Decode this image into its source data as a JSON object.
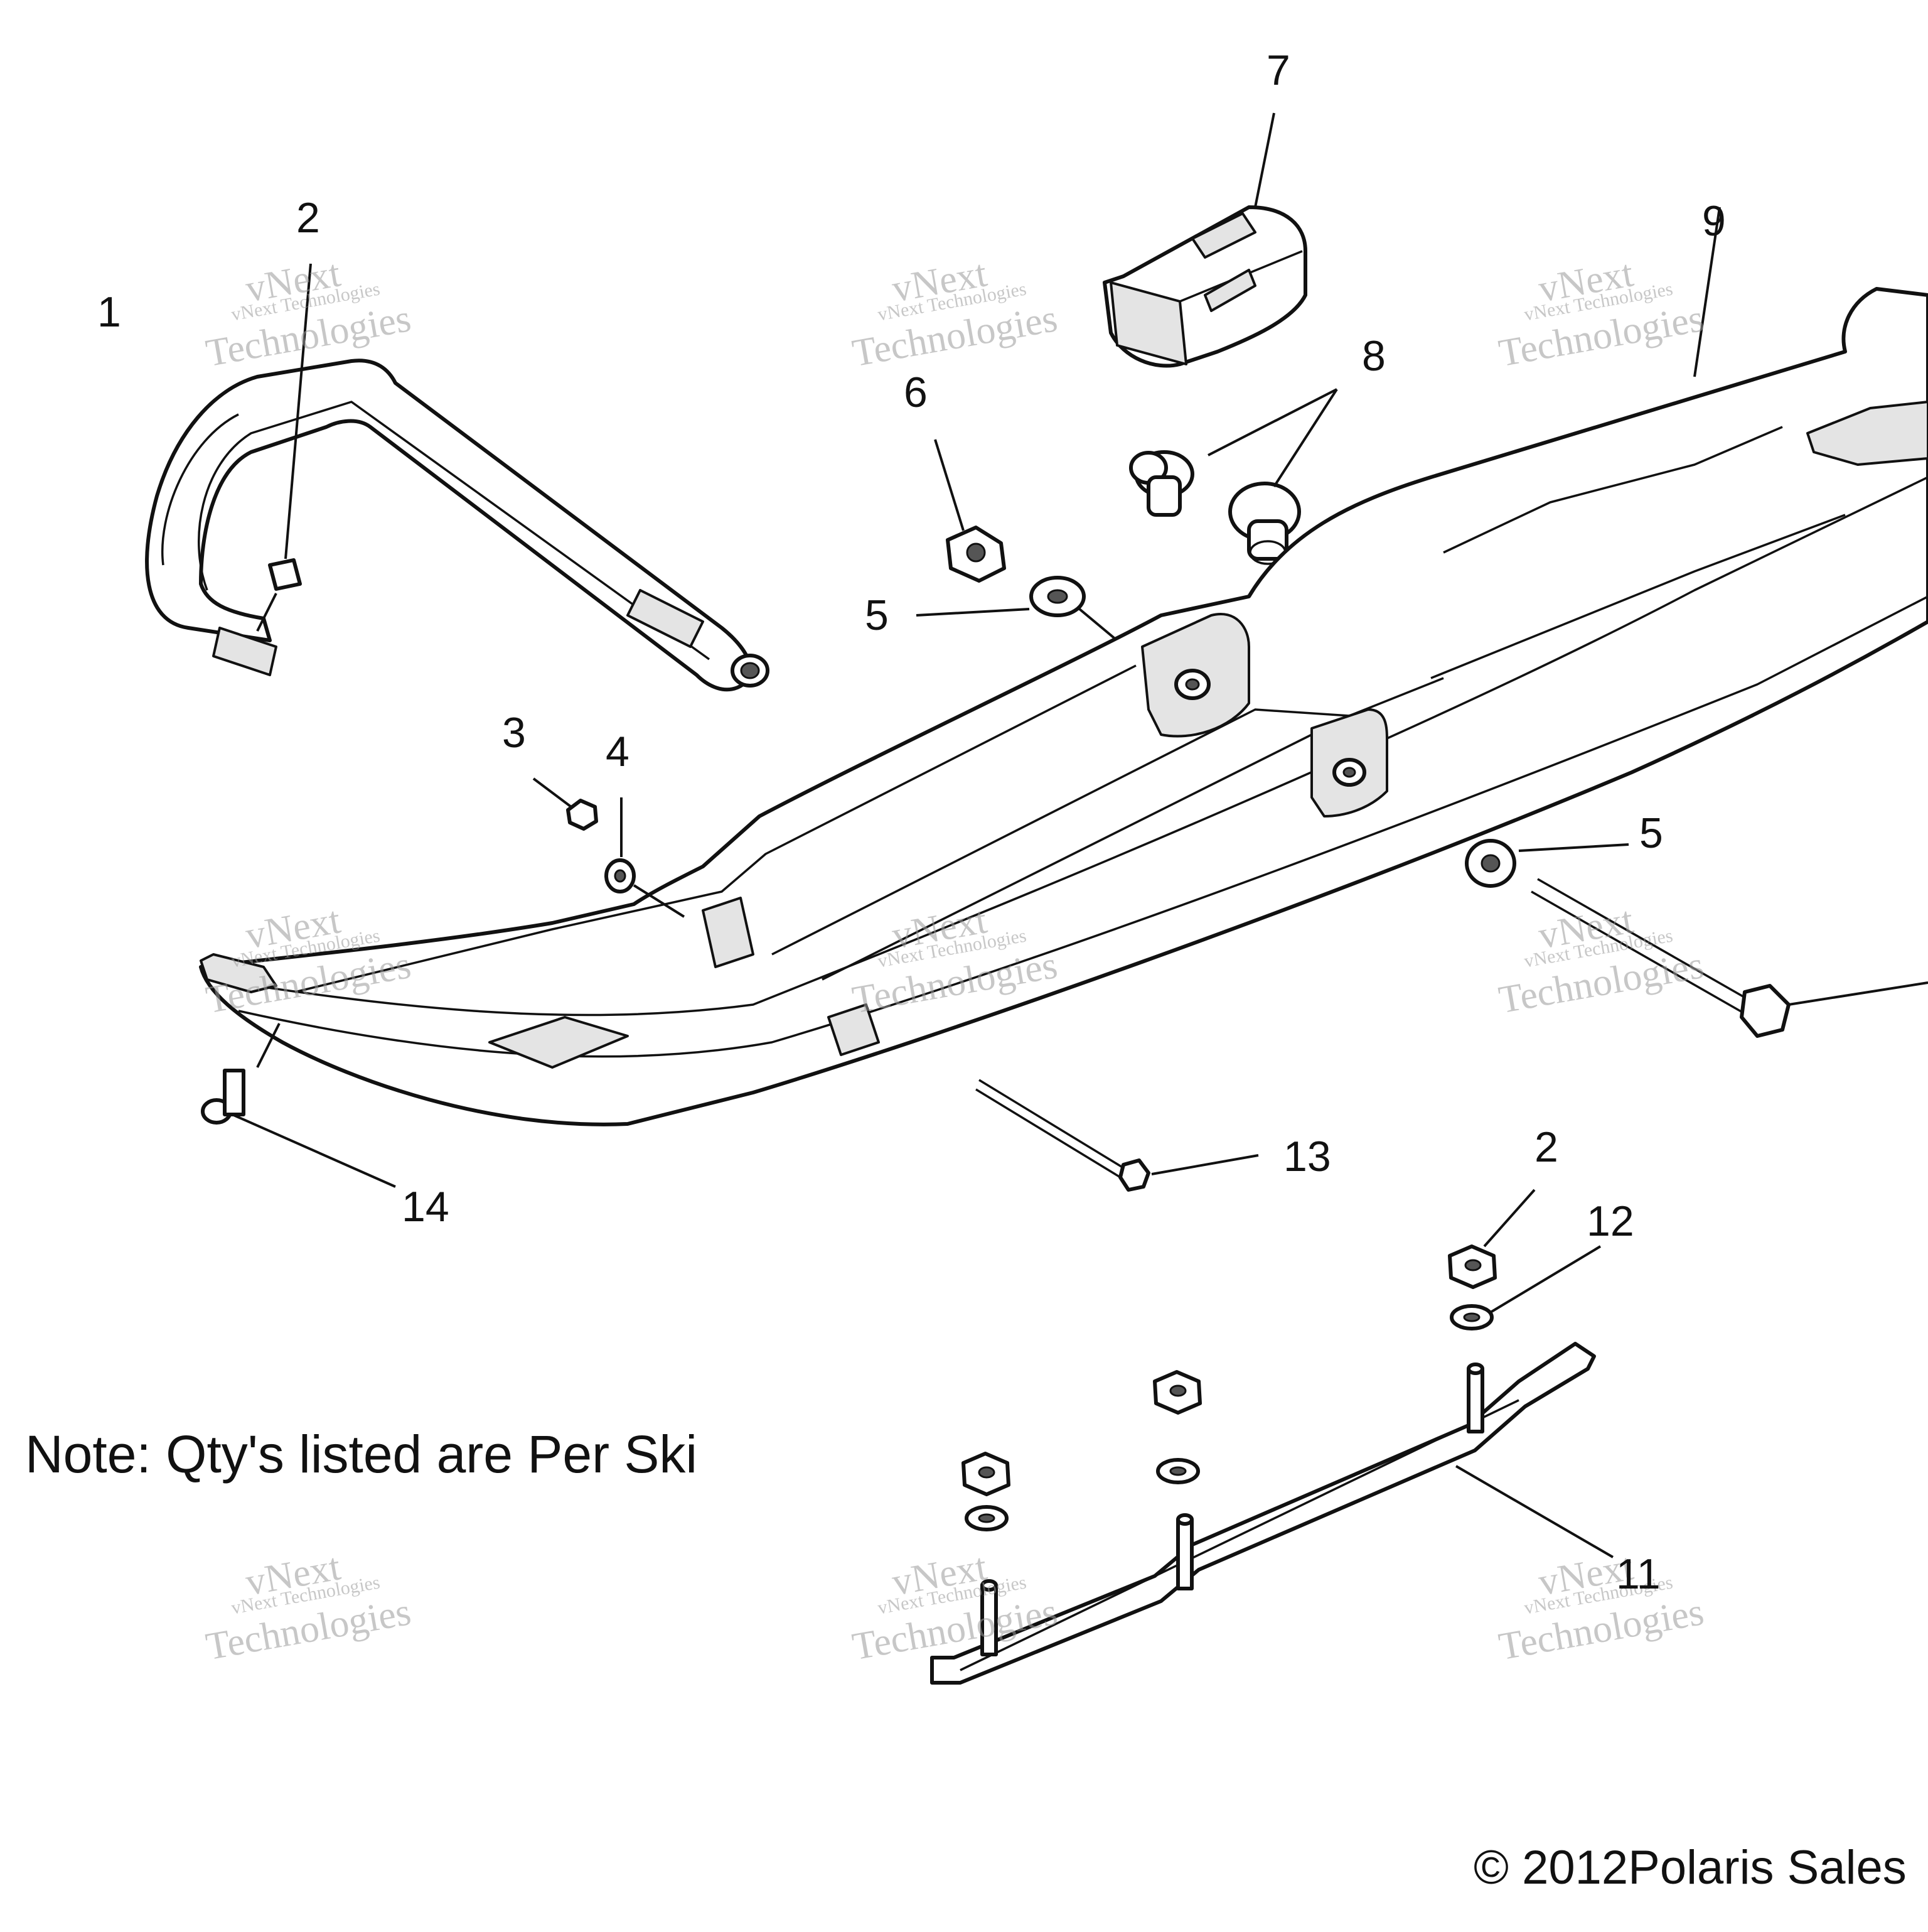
{
  "diagram": {
    "callouts": [
      {
        "id": "1",
        "label": "1"
      },
      {
        "id": "2a",
        "label": "2"
      },
      {
        "id": "3",
        "label": "3"
      },
      {
        "id": "4",
        "label": "4"
      },
      {
        "id": "5a",
        "label": "5"
      },
      {
        "id": "5b",
        "label": "5"
      },
      {
        "id": "6",
        "label": "6"
      },
      {
        "id": "7",
        "label": "7"
      },
      {
        "id": "8",
        "label": "8"
      },
      {
        "id": "9",
        "label": "9"
      },
      {
        "id": "11",
        "label": "11"
      },
      {
        "id": "12",
        "label": "12"
      },
      {
        "id": "13",
        "label": "13"
      },
      {
        "id": "14",
        "label": "14"
      },
      {
        "id": "2b",
        "label": "2"
      }
    ],
    "note": "Note: Qty's listed are Per Ski",
    "copyright": "© 2012Polaris Sales",
    "watermark": {
      "line1": "vNext",
      "line2": "vNext Technologies",
      "line3": "Technologies"
    }
  }
}
